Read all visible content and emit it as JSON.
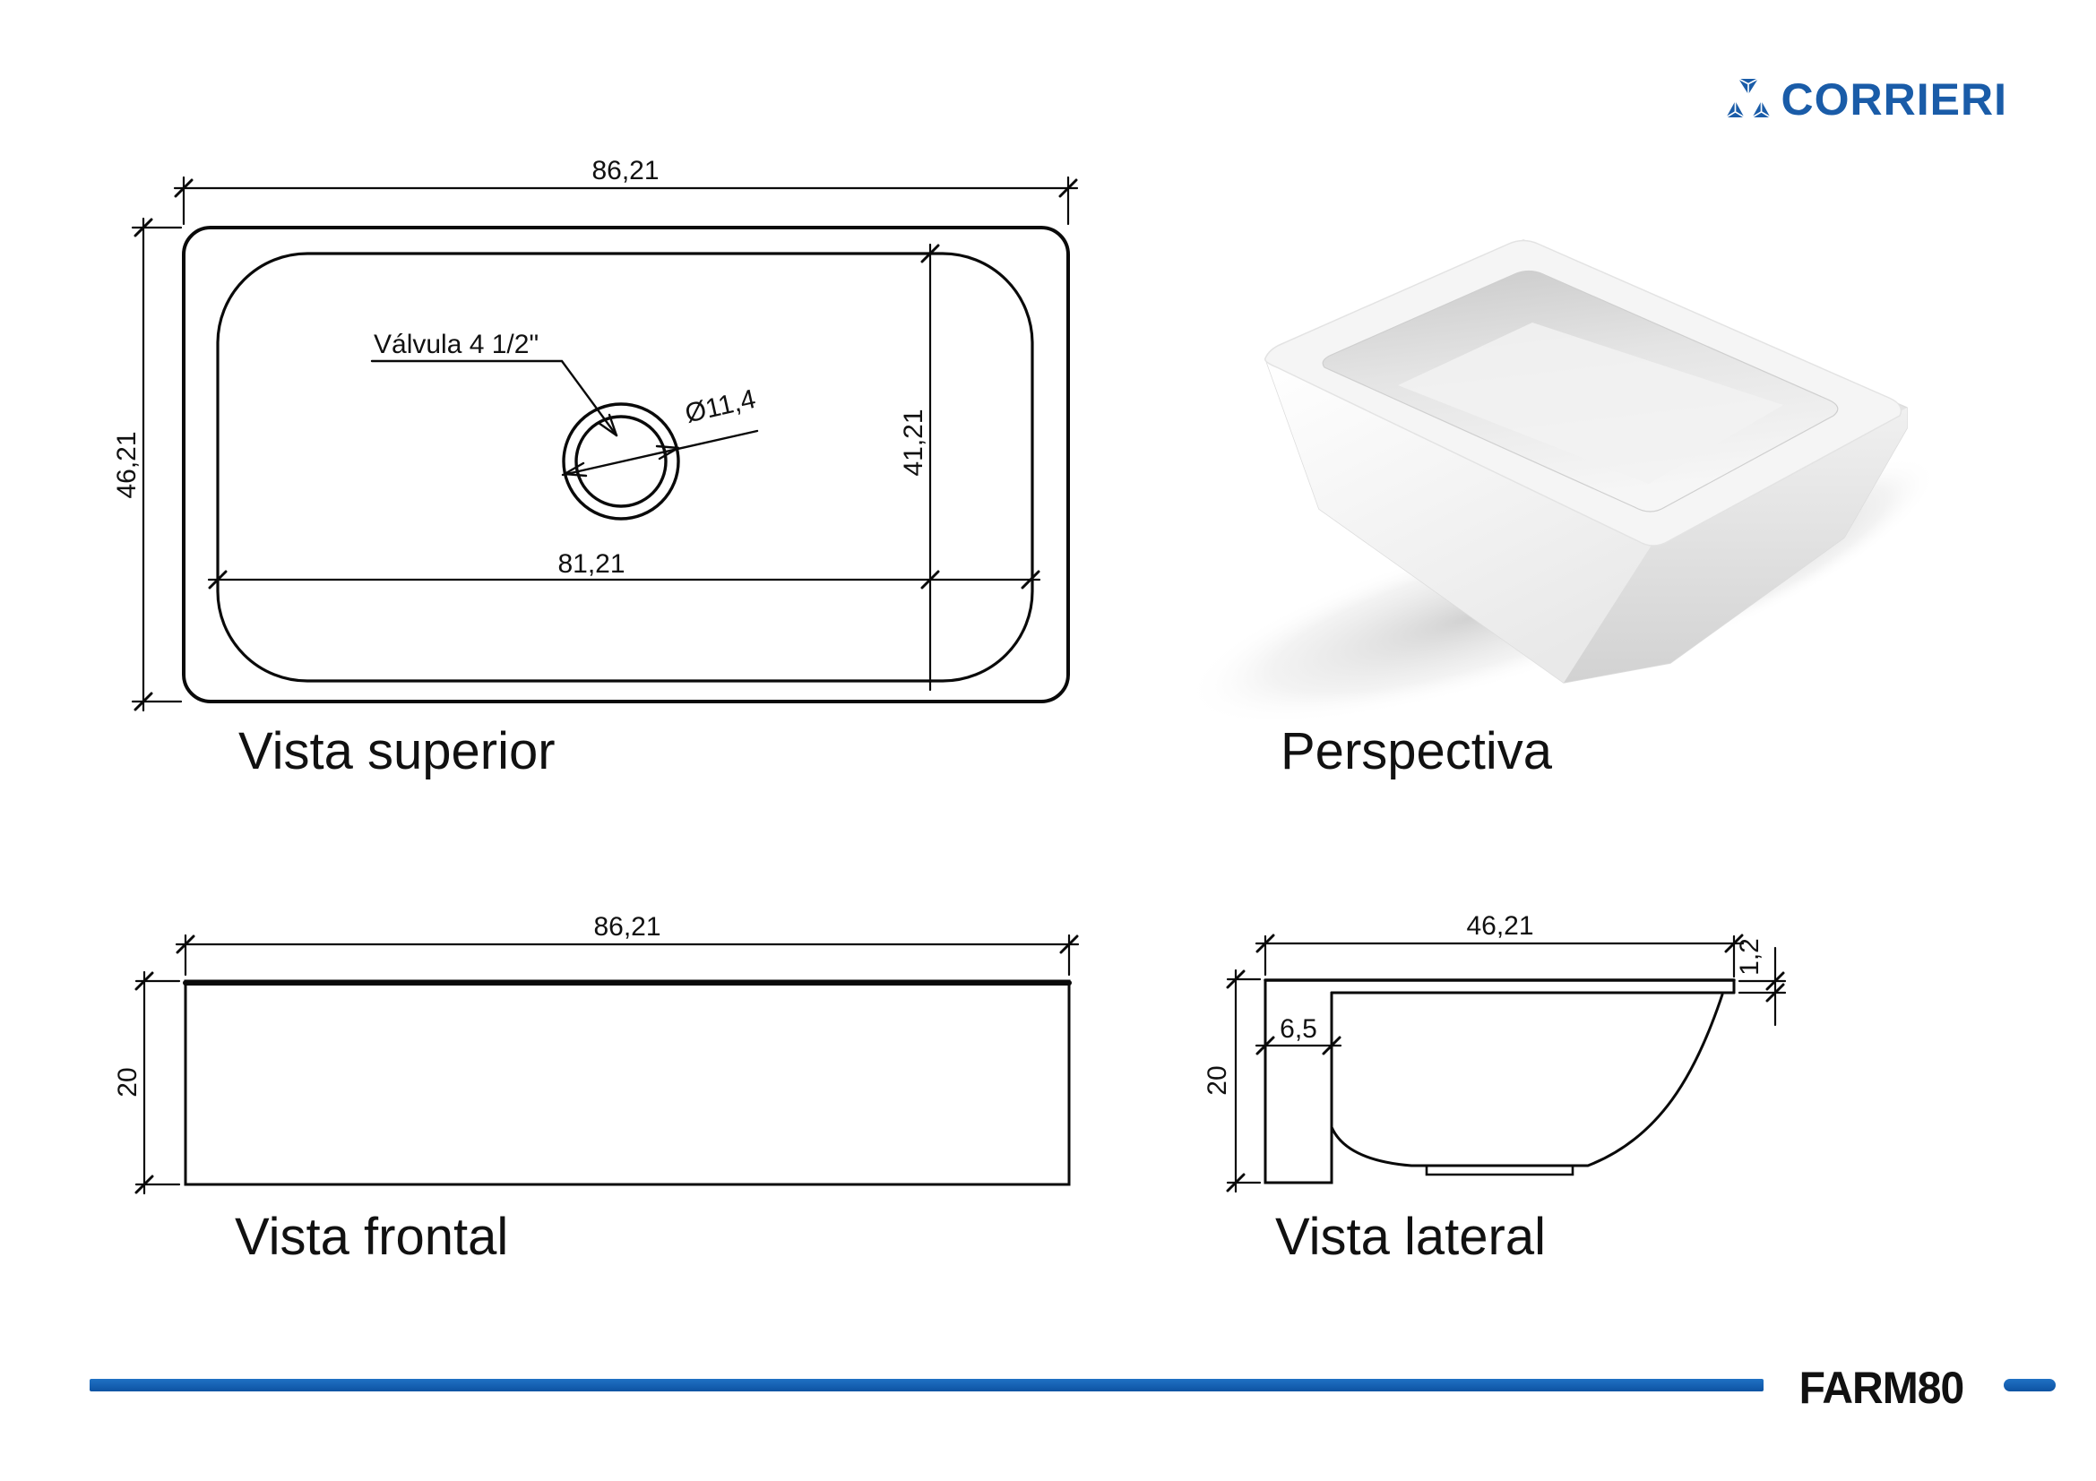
{
  "header": {
    "brand": "CORRIERI"
  },
  "colors": {
    "brand_blue": "#1a5ca8",
    "footer_blue": "#1361b0",
    "line_black": "#0a0a0a"
  },
  "views": {
    "top": {
      "label": "Vista superior",
      "dims": {
        "outer_width": "86,21",
        "outer_depth": "46,21",
        "inner_width": "81,21",
        "inner_depth": "41,21",
        "valve_note": "Válvula 4 1/2\"",
        "valve_diameter": "Ø11,4"
      }
    },
    "perspective": {
      "label": "Perspectiva"
    },
    "front": {
      "label": "Vista frontal",
      "dims": {
        "width": "86,21",
        "height": "20"
      }
    },
    "side": {
      "label": "Vista lateral",
      "dims": {
        "depth": "46,21",
        "rim_thickness": "1,2",
        "apron_thickness": "6,5",
        "height": "20"
      }
    }
  },
  "footer": {
    "product_code": "FARM80"
  }
}
